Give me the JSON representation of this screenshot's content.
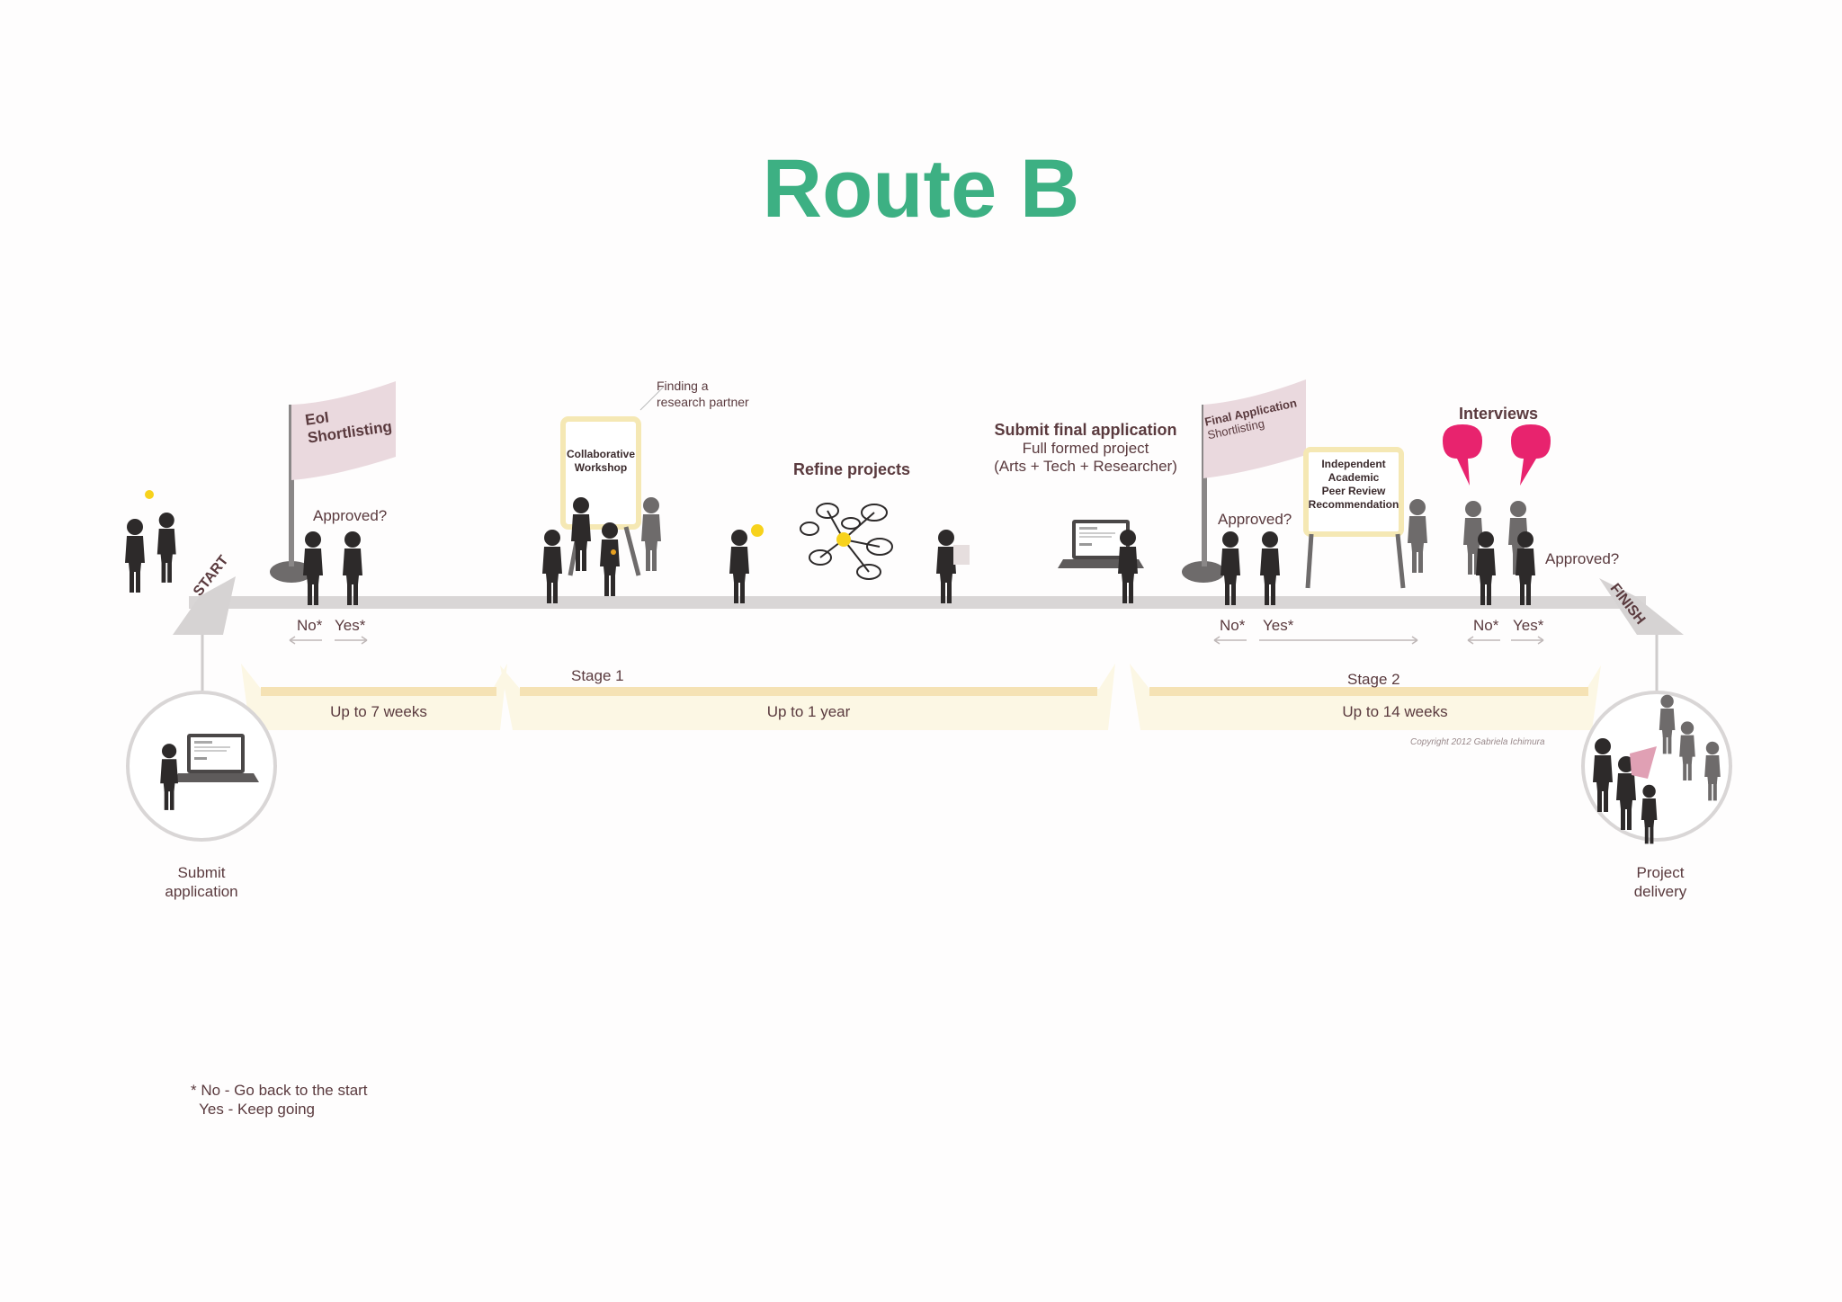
{
  "title": "Route B",
  "track": {
    "start": "START",
    "finish": "FINISH"
  },
  "stage_labels": {
    "stage1": "Stage 1",
    "stage2": "Stage 2"
  },
  "durations": {
    "d1": "Up to 7 weeks",
    "d2": "Up to 1 year",
    "d3": "Up to 14 weeks"
  },
  "flags": {
    "eoi": {
      "line1": "EoI",
      "line2": "Shortlisting"
    },
    "final": {
      "line1": "Final Application",
      "line2": "Shortlisting"
    }
  },
  "boards": {
    "workshop": {
      "line1": "Collaborative",
      "line2": "Workshop"
    },
    "review": {
      "line1": "Independent",
      "line2": "Academic",
      "line3": "Peer Review",
      "line4": "Recommendation"
    }
  },
  "labels": {
    "approved1": "Approved?",
    "approved2": "Approved?",
    "approved3": "Approved?",
    "finding_line1": "Finding a",
    "finding_line2": "research partner",
    "refine": "Refine projects",
    "submit_final": "Submit final application",
    "submit_final_sub1": "Full formed project",
    "submit_final_sub2": "(Arts + Tech + Researcher)",
    "interviews": "Interviews",
    "no1": "No*",
    "yes1": "Yes*",
    "no2": "No*",
    "yes2": "Yes*",
    "no3": "No*",
    "yes3": "Yes*",
    "submit_application_line1": "Submit",
    "submit_application_line2": "application",
    "project_delivery_line1": "Project",
    "project_delivery_line2": "delivery"
  },
  "footnote": {
    "line1": "* No - Go back to the start",
    "line2": "  Yes - Keep going"
  },
  "copyright": "Copyright 2012 Gabriela Ichimura",
  "colors": {
    "title": "#3db083",
    "track": "#d9d6d6",
    "flag": "#ead9de",
    "timeline": "#f5e2b4",
    "speech": "#e8236e",
    "figure": "#2d2a2a",
    "figure_grey": "#6e6b6b"
  }
}
